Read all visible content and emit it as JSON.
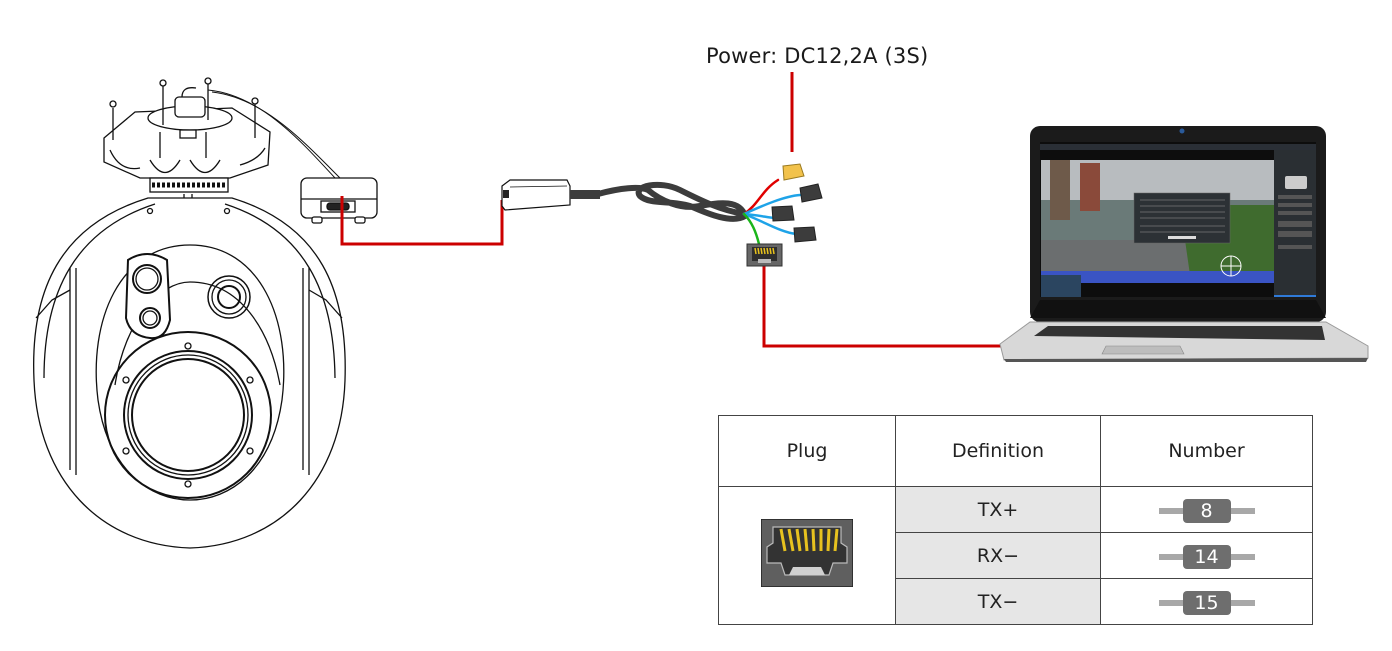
{
  "power_label": "Power: DC12,2A (3S)",
  "colors": {
    "connection_line": "#cc0000",
    "wire_red": "#e00000",
    "wire_blue": "#1ea3e8",
    "wire_green": "#1bb51b",
    "cable": "#3c3c3c",
    "xt60_connector": "#f2c24b",
    "table_border": "#444444",
    "definition_bg": "#e6e6e6",
    "badge_bg": "#6e6e6e"
  },
  "components": {
    "gimbal_camera": "gimbal-camera",
    "control_box": "gimbal-control-box",
    "adapter": "network-adapter",
    "cable_harness": "breakout-cable",
    "rj45": "rj45-port",
    "laptop": "laptop-ground-station"
  },
  "table": {
    "headers": [
      "Plug",
      "Definition",
      "Number"
    ],
    "plug_icon": "rj45-port-icon",
    "rows": [
      {
        "definition": "TX+",
        "number": "8"
      },
      {
        "definition": "RX−",
        "number": "14"
      },
      {
        "definition": "TX−",
        "number": "15"
      }
    ]
  }
}
